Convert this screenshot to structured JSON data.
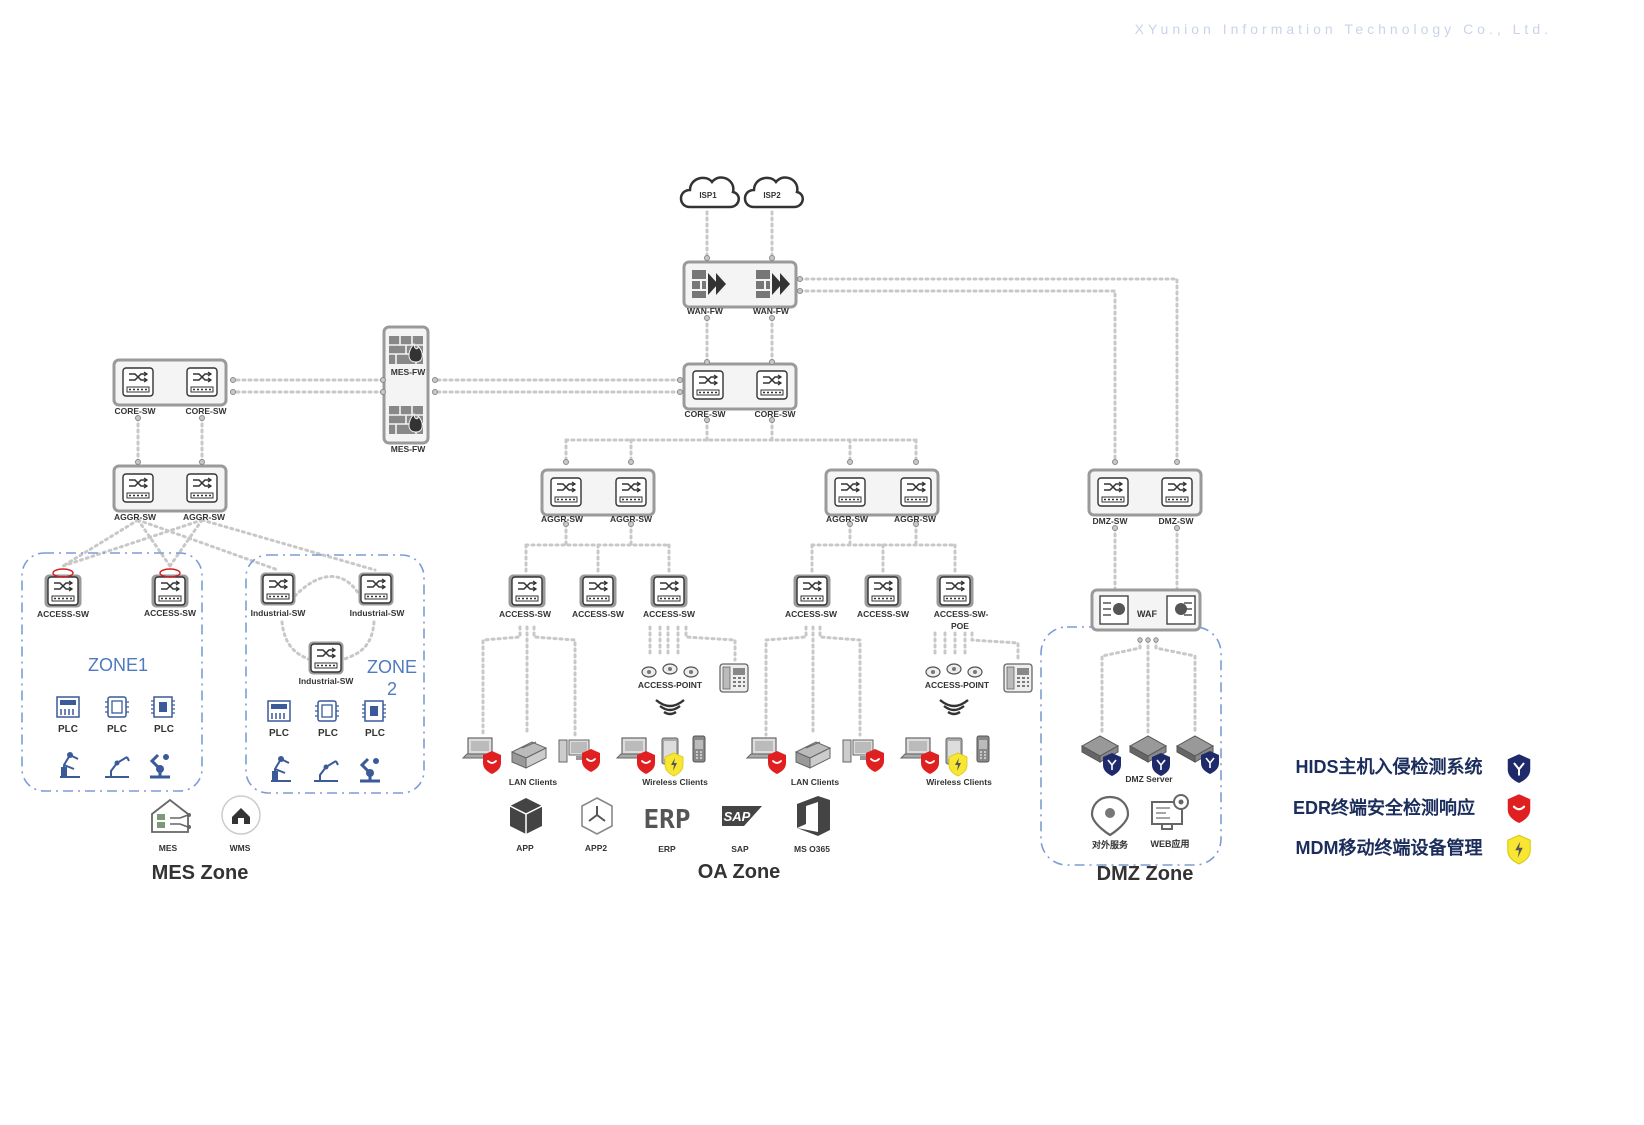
{
  "company": "XYunion Information Technology Co., Ltd.",
  "isp": [
    "ISP1",
    "ISP2"
  ],
  "labels": {
    "wan_fw": "WAN-FW",
    "mes_fw": "MES-FW",
    "core_sw": "CORE-SW",
    "aggr_sw": "AGGR-SW",
    "access_sw": "ACCESS-SW",
    "access_sw_poe_1": "ACCESS-SW-",
    "access_sw_poe_2": "POE",
    "industrial_sw": "Industrial-SW",
    "dmz_sw": "DMZ-SW",
    "waf": "WAF",
    "access_point": "ACCESS-POINT",
    "lan_clients": "LAN Clients",
    "wireless_clients": "Wireless Clients",
    "dmz_server": "DMZ Server",
    "plc": "PLC",
    "zone1": "ZONE1",
    "zone2_a": "ZONE",
    "zone2_b": "2",
    "mes": "MES",
    "wms": "WMS",
    "external_service": "对外服务",
    "web_app": "WEB应用"
  },
  "oa_apps": [
    "APP",
    "APP2",
    "ERP",
    "SAP",
    "MS O365"
  ],
  "app_icons": {
    "erp": "ERP",
    "sap": "SAP"
  },
  "zones": {
    "mes": "MES Zone",
    "oa": "OA Zone",
    "dmz": "DMZ Zone"
  },
  "legend": [
    {
      "text": "HIDS主机入侵检测系统",
      "color": "#1f2a6b",
      "icon": "hids-shield-icon"
    },
    {
      "text": "EDR终端安全检测响应",
      "color": "#e02020",
      "icon": "edr-shield-icon"
    },
    {
      "text": "MDM移动终端设备管理",
      "color": "#f7e733",
      "icon": "mdm-shield-icon"
    }
  ]
}
